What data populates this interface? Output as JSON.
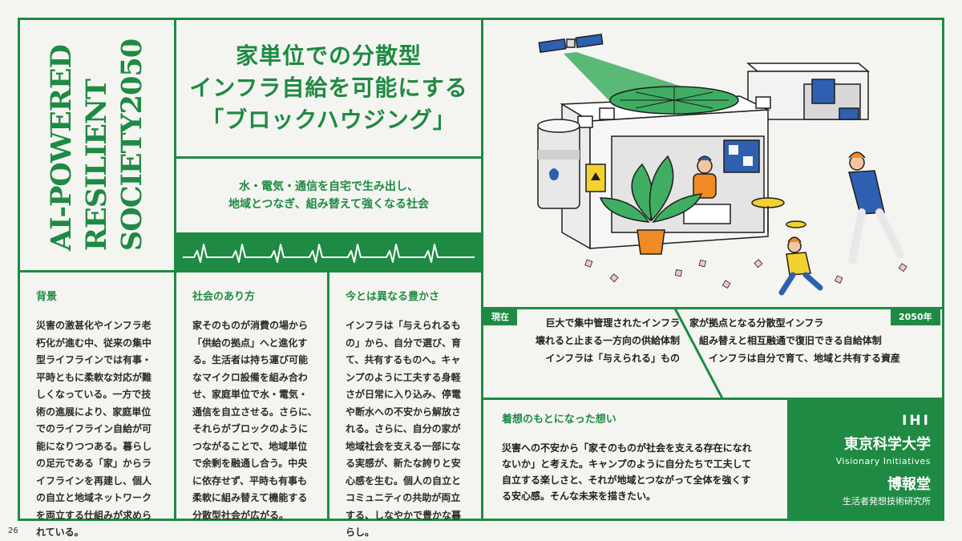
{
  "page_number": "26",
  "colors": {
    "brand_green": "#1f8a43",
    "background": "#f4f5f0",
    "orange": "#f08a24",
    "blue": "#2f5fb0",
    "yellow": "#f2d22e"
  },
  "vertical_title": [
    "AI-POWERED",
    "RESILIENT",
    "SOCIETY2050"
  ],
  "headline": [
    "家単位での分散型",
    "インフラ自給を可能にする",
    "「ブロックハウジング」"
  ],
  "subheadline": [
    "水・電気・通信を自宅で生み出し、",
    "地域とつなぎ、組み替えて強くなる社会"
  ],
  "columns": [
    {
      "heading": "背景",
      "lines": [
        "災害の激甚化やインフラ老",
        "朽化が進む中、従来の集中",
        "型ライフラインでは有事・",
        "平時ともに柔軟な対応が難",
        "しくなっている。一方で技",
        "術の進展により、家庭単位",
        "でのライフライン自給が可",
        "能になりつつある。暮らし",
        "の足元である「家」からラ",
        "イフラインを再建し、個人",
        "の自立と地域ネットワーク",
        "を両立する仕組みが求めら",
        "れている。"
      ]
    },
    {
      "heading": "社会のあり方",
      "lines": [
        "家そのものが消費の場から",
        "「供給の拠点」へと進化す",
        "る。生活者は持ち運び可能",
        "なマイクロ設備を組み合わ",
        "せ、家庭単位で水・電気・",
        "通信を自立させる。さらに、",
        "それらがブロックのように",
        "つながることで、地域単位",
        "で余剰を融通し合う。中央",
        "に依存せず、平時も有事も",
        "柔軟に組み替えて機能する",
        "分散型社会が広がる。"
      ]
    },
    {
      "heading": "今とは異なる豊かさ",
      "lines": [
        "インフラは「与えられるも",
        "の」から、自分で選び、育",
        "て、共有するものへ。キャ",
        "ンプのように工夫する身軽",
        "さが日常に入り込み、停電",
        "や断水への不安から解放さ",
        "れる。さらに、自分の家が",
        "地域社会を支える一部にな",
        "る実感が、新たな誇りと安",
        "心感を生む。個人の自立と",
        "コミュニティの共助が両立",
        "する、しなやかで豊かな暮",
        "らし。"
      ]
    }
  ],
  "comparison": {
    "now_label": "現在",
    "future_label": "2050年",
    "now_items": [
      "巨大で集中管理されたインフラ",
      "壊れると止まる一方向の供給体制",
      "インフラは「与えられる」もの"
    ],
    "future_items": [
      "家が拠点となる分散型インフラ",
      "組み替えと相互融通で復旧できる自給体制",
      "インフラは自分で育て、地域と共有する資産"
    ]
  },
  "idea": {
    "heading": "着想のもとになった想い",
    "lines": [
      "災害への不安から「家そのものが社会を支える存在になれ",
      "ないか」と考えた。キャンプのように自分たちで工夫して",
      "自立する楽しさと、それが地域とつながって全体を強くす",
      "る安心感。そんな未来を描きたい。"
    ]
  },
  "credits": {
    "ihi": "IHI",
    "university": "東京科学大学",
    "university_sub": "Visionary Initiatives",
    "agency": "博報堂",
    "agency_sub": "生活者発想技術研究所"
  }
}
